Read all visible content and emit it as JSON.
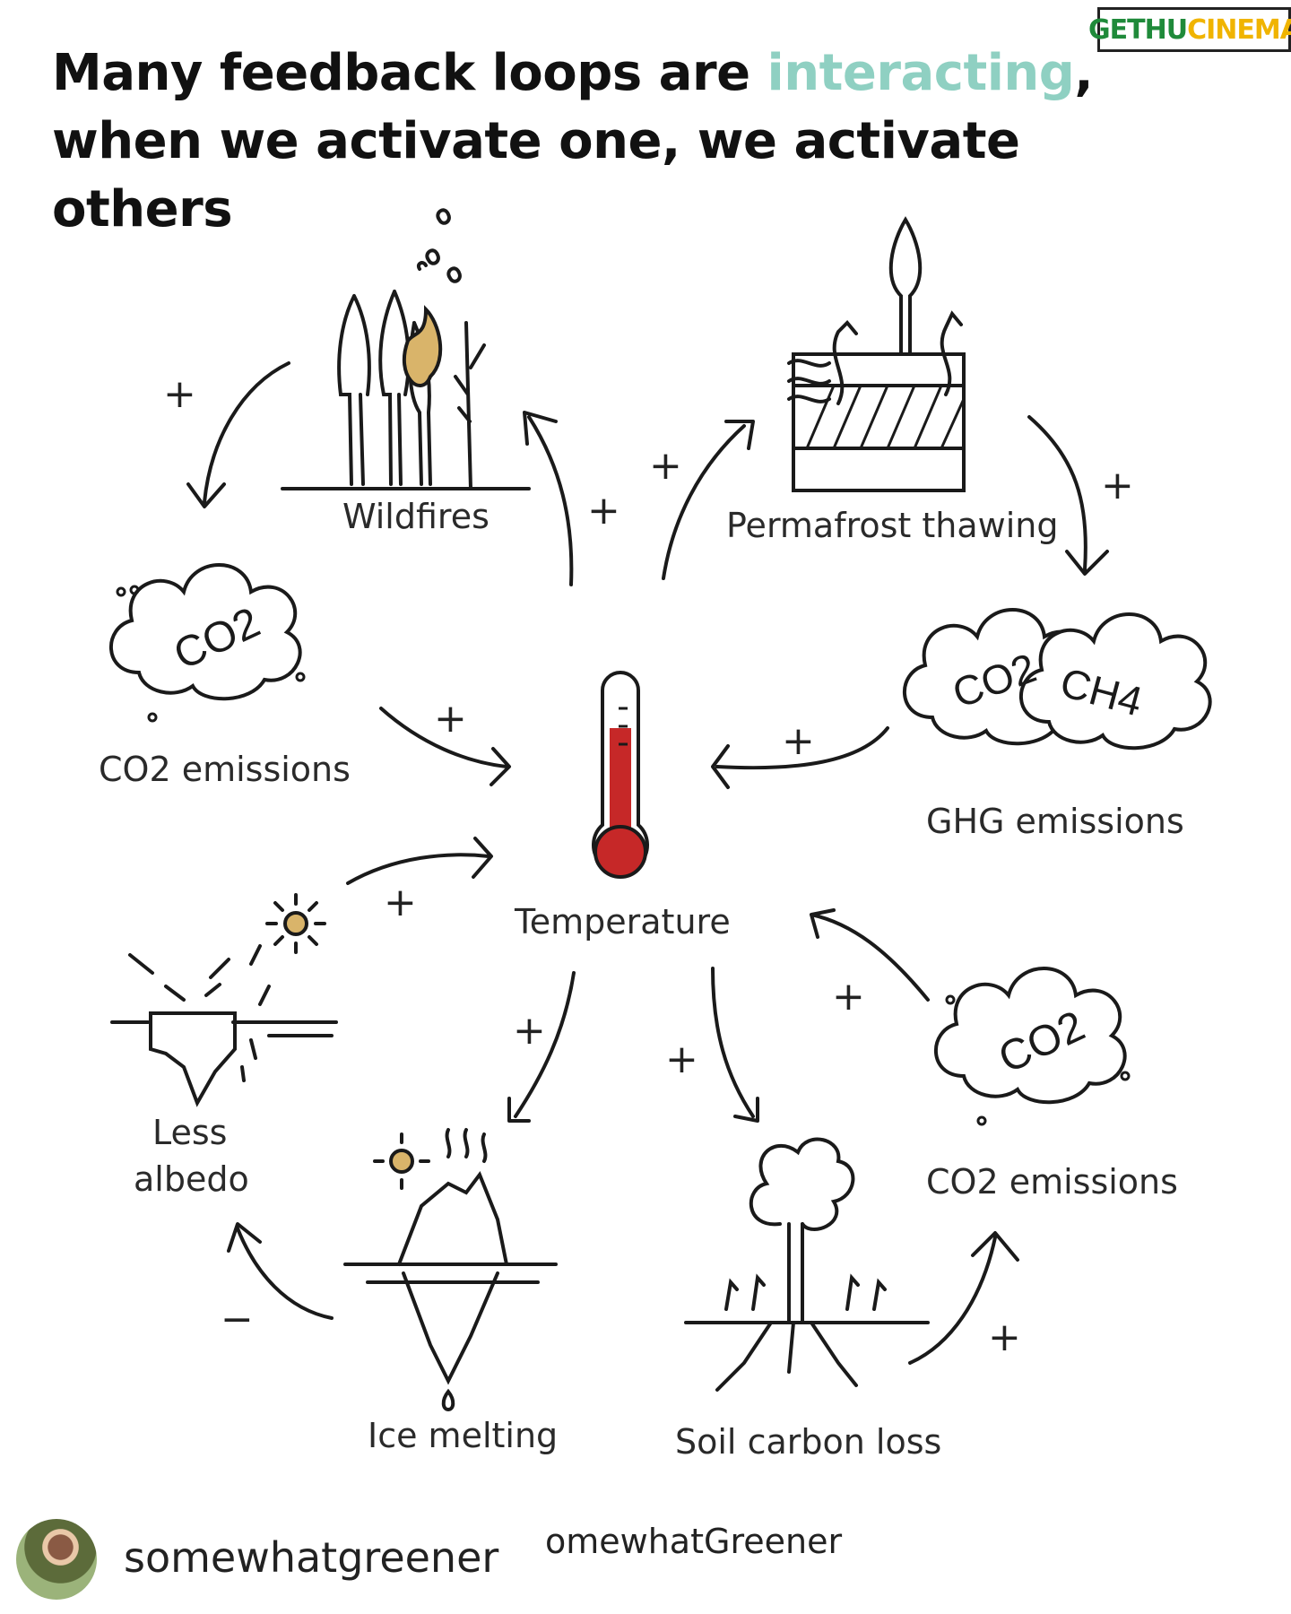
{
  "title": {
    "line1_before": "Many feedback loops are ",
    "line1_highlight": "interacting",
    "line1_after": ",",
    "line2": "when we activate one, we activate others"
  },
  "watermark": {
    "part1": "GETHU",
    "part2": "CINEMA"
  },
  "nodes": {
    "wildfires": "Wildfires",
    "permafrost": "Permafrost thawing",
    "co2_left": "CO2 emissions",
    "ghg": "GHG emissions",
    "temperature": "Temperature",
    "albedo_line1": "Less",
    "albedo_line2": "albedo",
    "ice": "Ice melting",
    "soil": "Soil carbon loss",
    "co2_right": "CO2 emissions"
  },
  "cloud_text": {
    "co2": "CO2",
    "ch4": "CH4"
  },
  "signs": {
    "wildfire_to_co2": "+",
    "temp_to_wildfire": "+",
    "temp_to_permafrost": "+",
    "permafrost_to_ghg": "+",
    "co2_to_temp": "+",
    "ghg_to_temp": "+",
    "albedo_to_temp": "+",
    "co2_right_to_temp": "+",
    "temp_to_ice": "+",
    "temp_to_soil": "+",
    "ice_to_albedo": "−",
    "soil_to_co2": "+"
  },
  "footer": {
    "handle_main": "somewhatgreener",
    "handle_side": "omewhatGreener"
  },
  "colors": {
    "accent": "#8fd0c2",
    "thermometer_red": "#c62828",
    "gold_fill": "#d9b46a"
  }
}
